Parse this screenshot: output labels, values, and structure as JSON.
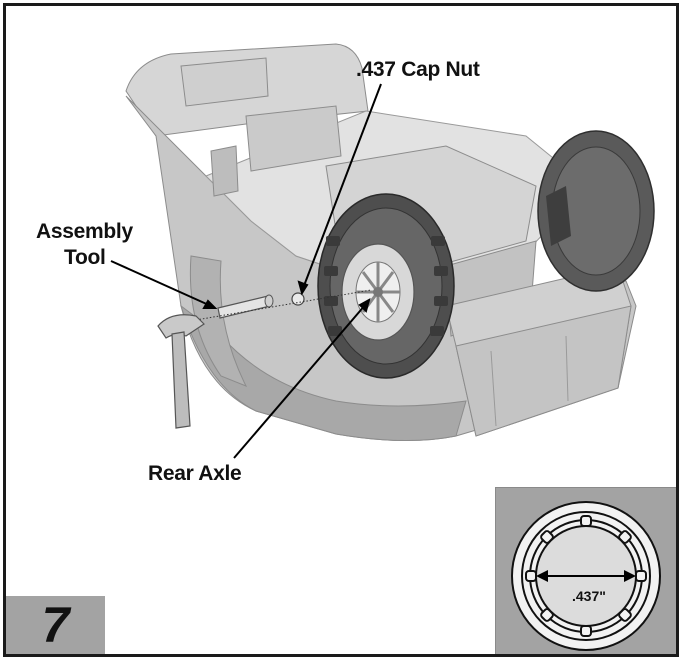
{
  "labels": {
    "cap_nut": ".437 Cap Nut",
    "assembly_tool_line1": "Assembly",
    "assembly_tool_line2": "Tool",
    "rear_axle": "Rear Axle"
  },
  "step": {
    "number": "7"
  },
  "inset": {
    "size_label": ".437\""
  },
  "colors": {
    "border": "#1a1a1a",
    "body_light": "#d9d9d9",
    "body_mid": "#bdbdbd",
    "body_dark": "#9a9a9a",
    "tire": "#5c5c5c",
    "tire_dark": "#3a3a3a",
    "panel_gray": "#a3a3a3"
  }
}
